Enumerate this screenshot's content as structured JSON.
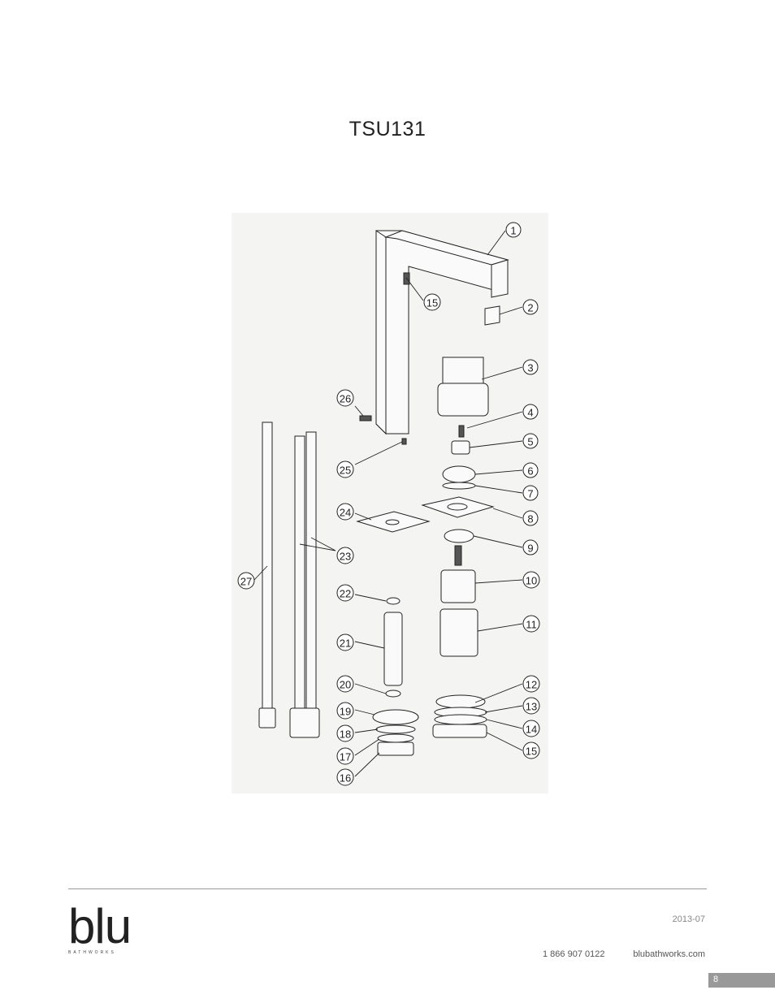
{
  "document": {
    "title": "TSU131"
  },
  "diagram": {
    "callouts": [
      "1",
      "15",
      "2",
      "3",
      "4",
      "5",
      "6",
      "7",
      "8",
      "9",
      "10",
      "11",
      "12",
      "13",
      "14",
      "15",
      "26",
      "25",
      "24",
      "23",
      "27",
      "22",
      "21",
      "20",
      "19",
      "18",
      "17",
      "16"
    ]
  },
  "footer": {
    "logo_text": "blu",
    "logo_subtext": "BATHWORKS",
    "edition": "2013-07",
    "phone": "1 866 907 0122",
    "website": "blubathworks.com",
    "page_number": "8"
  }
}
